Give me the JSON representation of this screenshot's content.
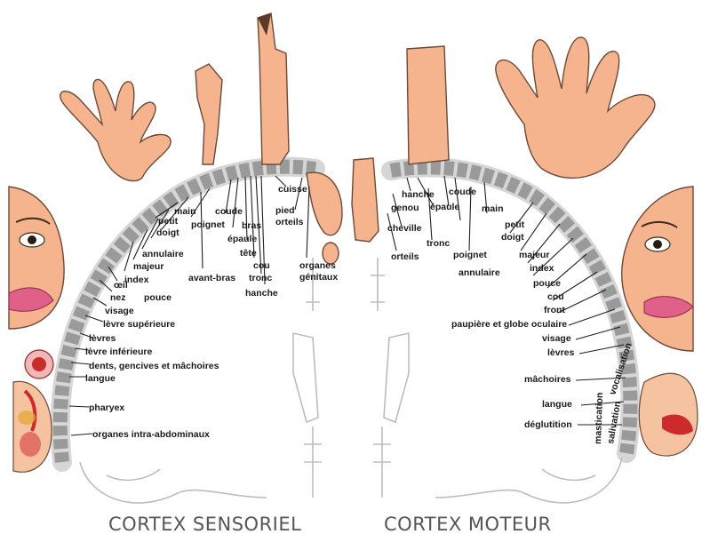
{
  "captions": {
    "sensory": "CORTEX SENSORIEL",
    "motor": "CORTEX MOTEUR"
  },
  "sensory_labels": [
    "main",
    "coude",
    "bras",
    "cuisse",
    "petit",
    "doigt",
    "poignet",
    "épaule",
    "pied",
    "orteils",
    "tête",
    "annulaire",
    "majeur",
    "index",
    "avant-bras",
    "cou",
    "tronc",
    "hanche",
    "organes",
    "génitaux",
    "œil",
    "nez",
    "pouce",
    "visage",
    "lèvre supérieure",
    "lèvres",
    "lèvre inférieure",
    "dents, gencives et mâchoires",
    "langue",
    "pharyex",
    "organes intra-abdominaux"
  ],
  "motor_labels": [
    "hanche",
    "genou",
    "coude",
    "épaule",
    "main",
    "cheville",
    "tronc",
    "petit",
    "doigt",
    "orteils",
    "poignet",
    "majeur",
    "annulaire",
    "index",
    "pouce",
    "cou",
    "front",
    "paupière et globe oculaire",
    "visage",
    "lèvres",
    "mâchoires",
    "vocalisation",
    "langue",
    "salivation",
    "déglutition",
    "mastication"
  ],
  "colors": {
    "skin": "#f5b48d",
    "segment": "#a8a8a8",
    "lips": "#e0608a",
    "organ_red": "#cc2b2b"
  }
}
